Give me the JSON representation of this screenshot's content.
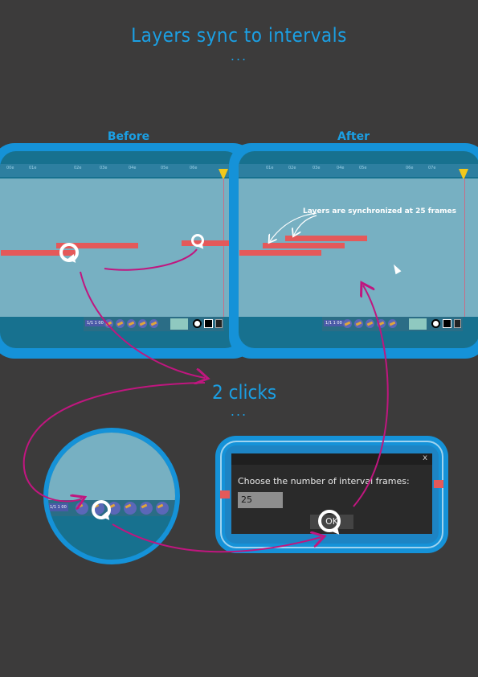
{
  "header": {
    "title": "Layers sync to intervals",
    "dots": "..."
  },
  "before": {
    "label": "Before",
    "ruler_ticks": [
      "00e",
      "01e",
      "02e",
      "03e",
      "04e",
      "05e",
      "06e"
    ],
    "toolbar_value": "1/1 1 00"
  },
  "after": {
    "label": "After",
    "ruler_ticks": [
      "01e",
      "02e",
      "03e",
      "04e",
      "05e",
      "06e",
      "07e"
    ],
    "annotation": "Layers are synchronized at 25 frames",
    "toolbar_value": "1/1 1 00"
  },
  "middle": {
    "text": "2 clicks",
    "dots": "..."
  },
  "zoom": {
    "toolbar_value": "1/1 1 00"
  },
  "dialog": {
    "close_glyph": "x",
    "prompt": "Choose the number of interval frames:",
    "input_value": "25",
    "ok_label": "OK"
  },
  "colors": {
    "background": "#3c3b3b",
    "accent_blue": "#1592d8",
    "panel_area": "#77b0c2",
    "layer_red": "#e4595a",
    "arrow_magenta": "#c0167f",
    "playhead_yellow": "#f2c81b"
  }
}
